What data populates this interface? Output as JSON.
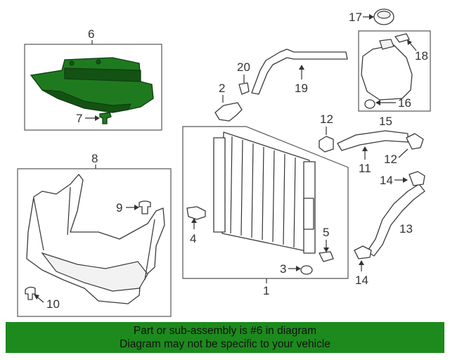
{
  "callouts": {
    "c1": "1",
    "c2": "2",
    "c3": "3",
    "c4": "4",
    "c5": "5",
    "c6": "6",
    "c7": "7",
    "c8": "8",
    "c9": "9",
    "c10": "10",
    "c11": "11",
    "c12a": "12",
    "c12b": "12",
    "c13": "13",
    "c14a": "14",
    "c14b": "14",
    "c15": "15",
    "c16": "16",
    "c17": "17",
    "c18": "18",
    "c19": "19",
    "c20": "20"
  },
  "highlighted_part": "6",
  "colors": {
    "highlight": "#1f7a1f",
    "banner": "#1d8a1d"
  },
  "banner": {
    "line1": "Part or sub-assembly is #6 in diagram",
    "line2": "Diagram may not be specific to your vehicle"
  }
}
